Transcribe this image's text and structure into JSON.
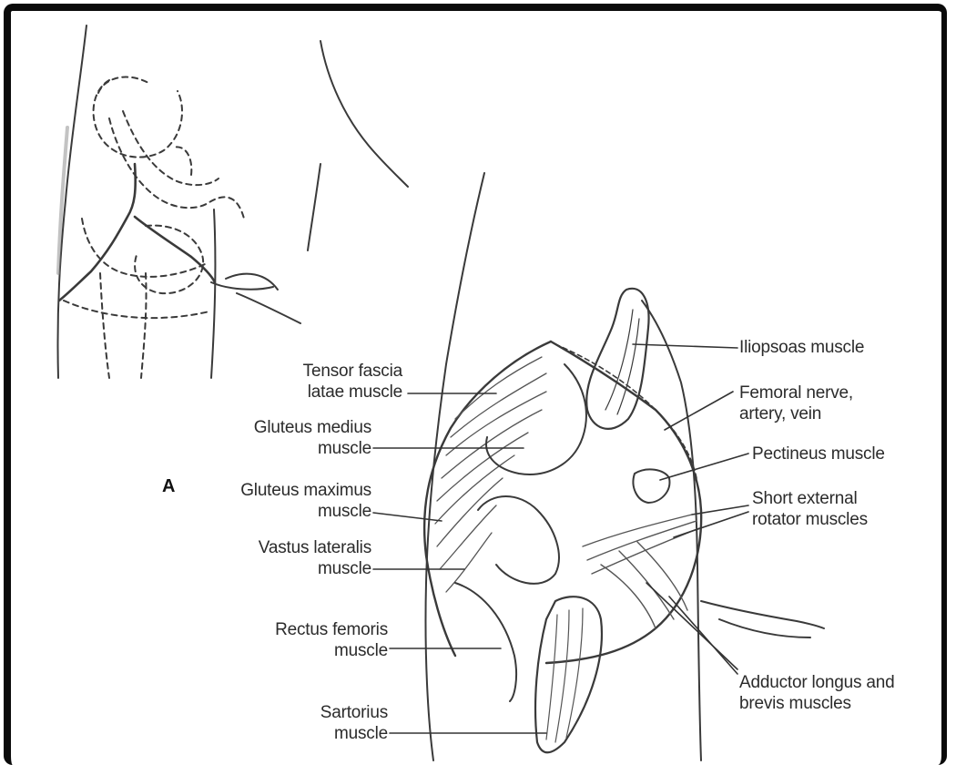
{
  "figure": {
    "panel_letter": "A",
    "labels": {
      "tensor_fascia_latae": "Tensor fascia\nlatae muscle",
      "gluteus_medius": "Gluteus medius\nmuscle",
      "gluteus_maximus": "Gluteus maximus\nmuscle",
      "vastus_lateralis": "Vastus lateralis\nmuscle",
      "rectus_femoris": "Rectus femoris\nmuscle",
      "sartorius": "Sartorius\nmuscle",
      "iliopsoas": "Iliopsoas muscle",
      "femoral_nerve": "Femoral nerve,\nartery, vein",
      "pectineus": "Pectineus muscle",
      "short_external_rotators": "Short external\nrotator muscles",
      "adductor_longus_brevis": "Adductor longus and\nbrevis muscles"
    }
  }
}
